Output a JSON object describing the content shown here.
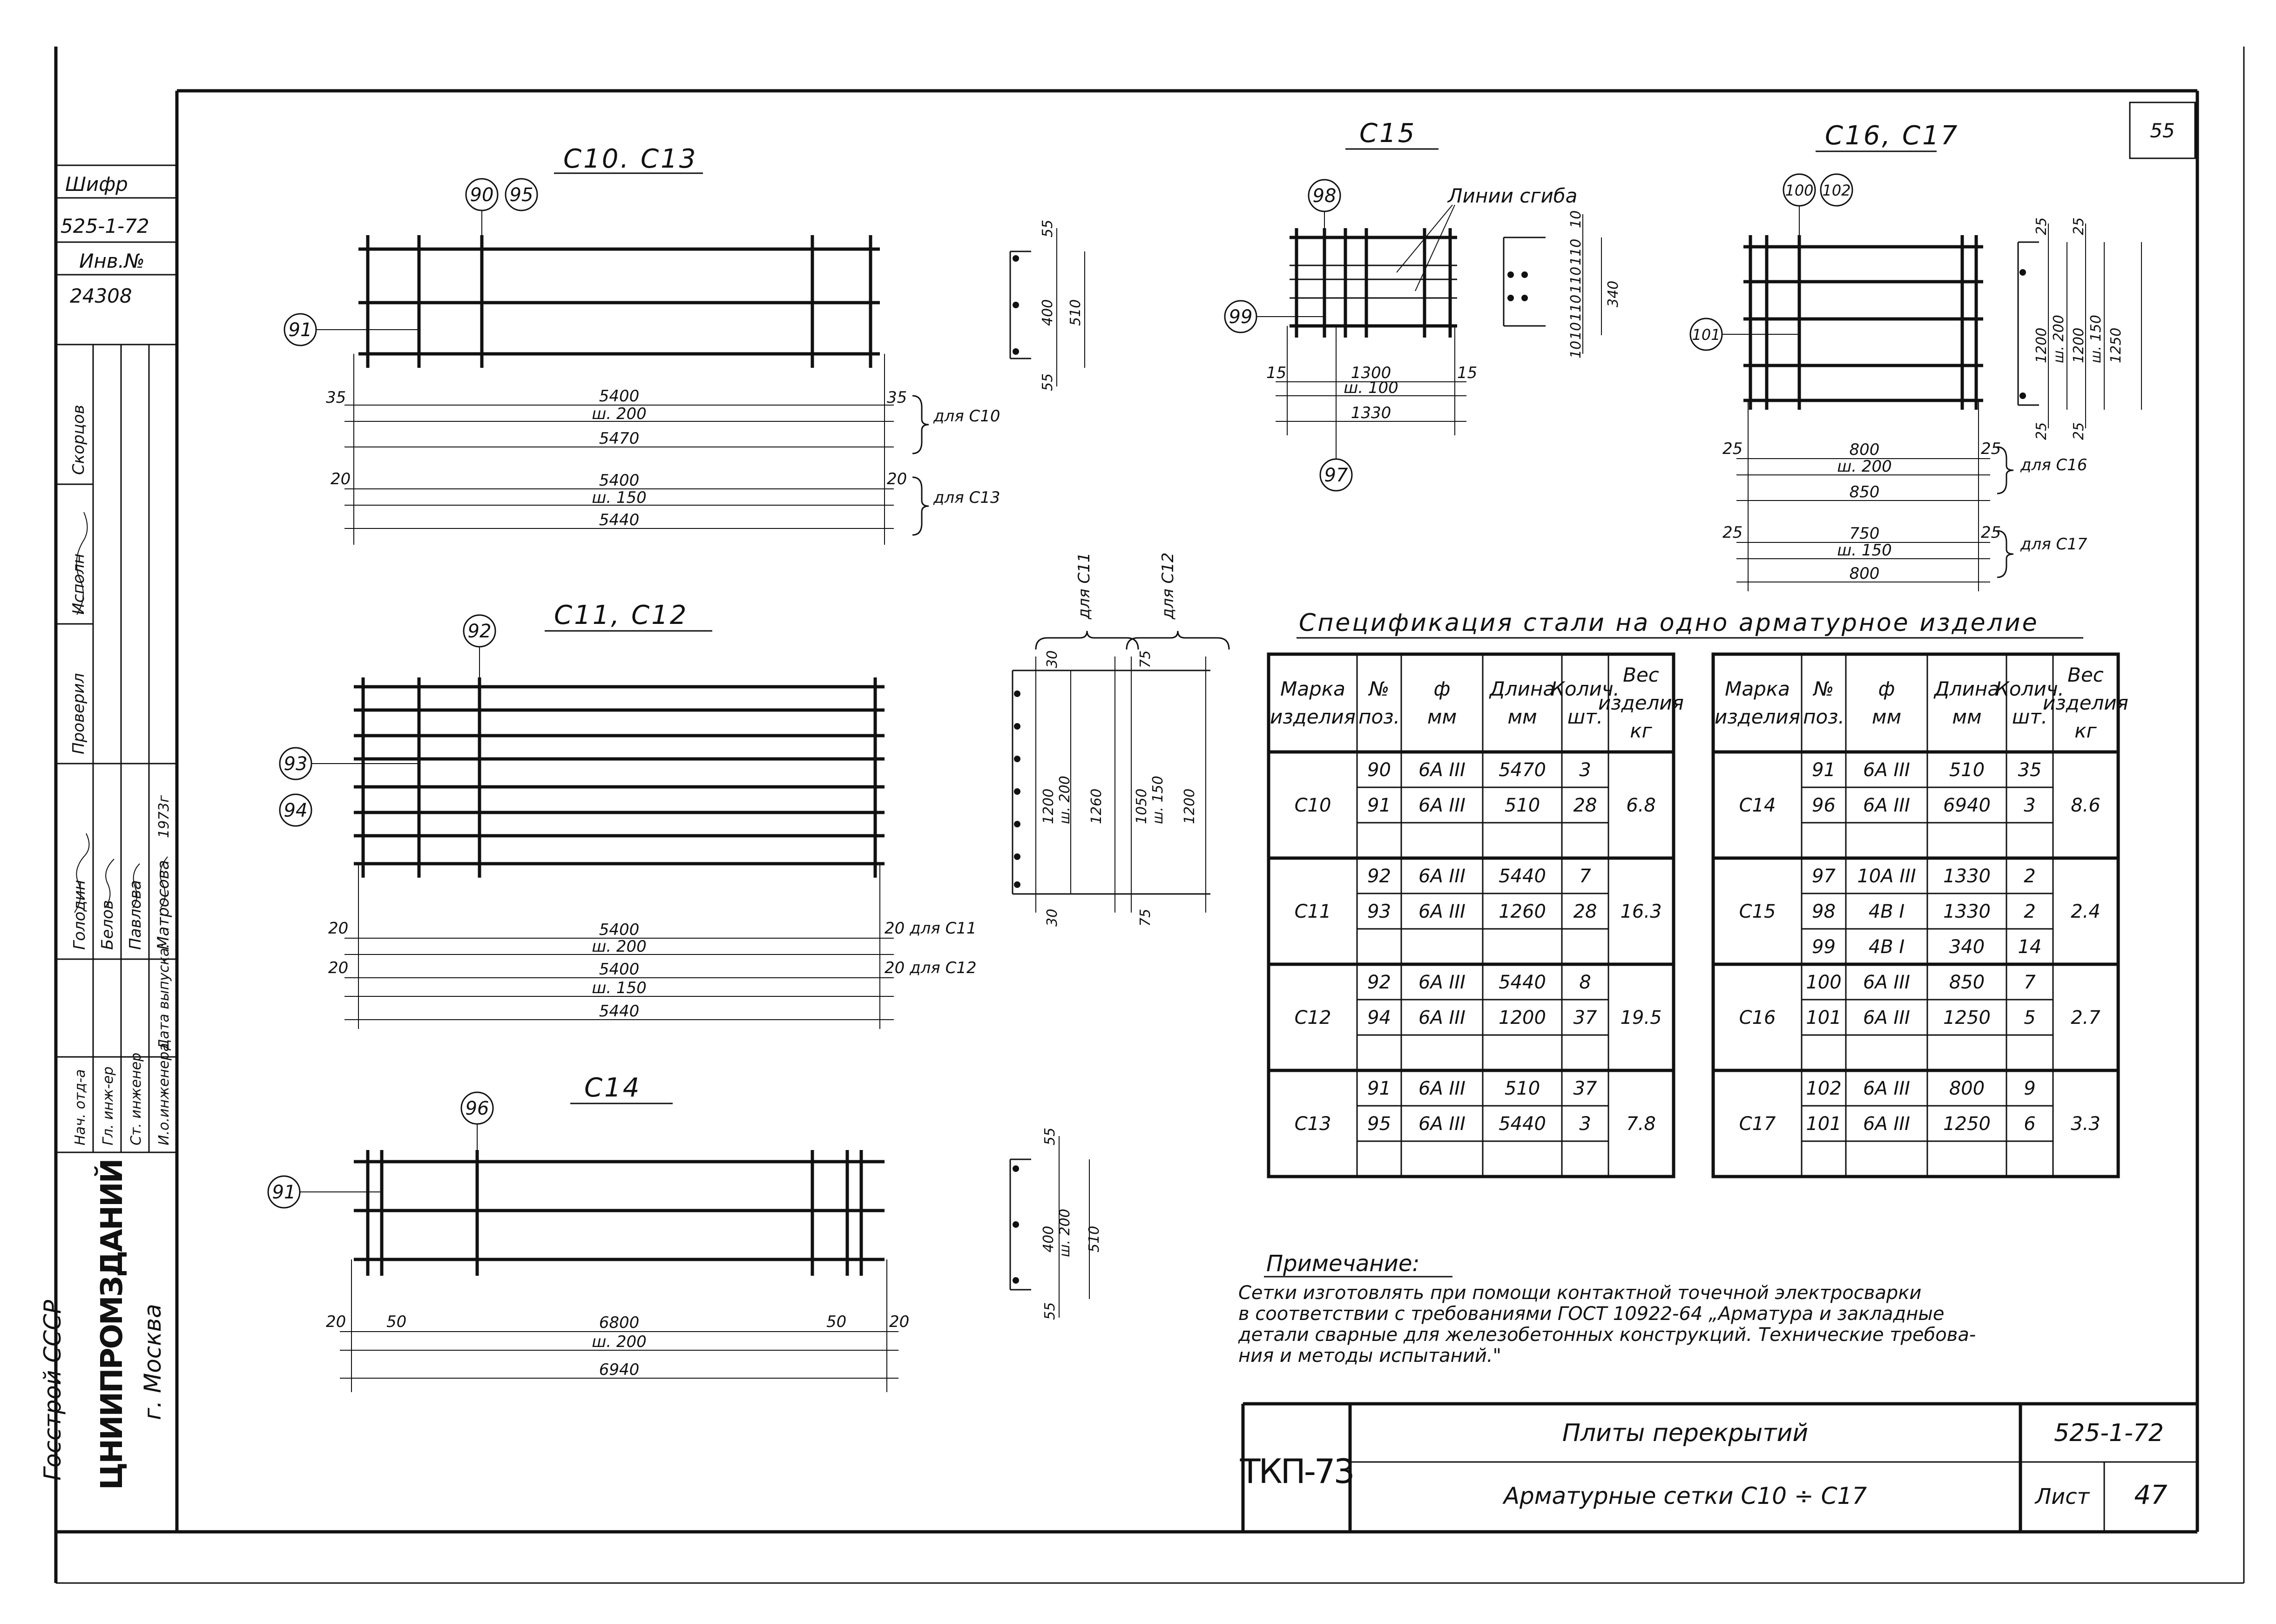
{
  "sheet": {
    "page_number": "55",
    "cipher_label": "Шифр",
    "cipher_value": "525-1-72",
    "inv_label": "Инв.№",
    "inv_value": "24308",
    "org_line1": "Госстрой СССР",
    "org_logo": "ЦНИИПРОМЗДАНИЙ",
    "org_city": "г. Москва",
    "stamp_code": "ТКП-73",
    "title_main": "Плиты перекрытий",
    "title_sub": "Арматурные сетки С10 ÷ С17",
    "doc_code": "525-1-72",
    "sheet_label": "Лист",
    "sheet_no": "47"
  },
  "signatures": {
    "roles": [
      "Нач. отд-а",
      "Гл. инж-ер",
      "Ст. инженер",
      "И.о.инженера",
      "Дата выпуска:"
    ],
    "names": [
      "Голодин",
      "Белов",
      "Павлова",
      "Матросова",
      "1973г"
    ],
    "top_roles": [
      "Проверил",
      "Исполн",
      "Скорцов"
    ]
  },
  "drawings": {
    "c10_c13": {
      "title": "С10. С13",
      "callouts": [
        "90",
        "95",
        "91"
      ],
      "dims_c10": [
        "5400",
        "ш. 200",
        "5470"
      ],
      "dims_c13": [
        "5400",
        "ш. 150",
        "5440"
      ],
      "side_c10": [
        "35",
        "35"
      ],
      "side_c13": [
        "20",
        "20"
      ],
      "note_c10": "для С10",
      "note_c13": "для С13",
      "section": [
        "55",
        "400",
        "510",
        "55"
      ]
    },
    "c11_c12": {
      "title": "С11, С12",
      "callouts": [
        "92",
        "93",
        "94"
      ],
      "dims_c11": [
        "5400",
        "ш. 200"
      ],
      "dims_c12": [
        "5400",
        "ш. 150",
        "5440"
      ],
      "side_left": [
        "20",
        "20"
      ],
      "note_c11": "20 для С11",
      "note_c12": "20 для С12",
      "section_c11_label": "для С11",
      "section_c12_label": "для С12",
      "section_c11": [
        "30",
        "1200",
        "ш. 200",
        "1260",
        "30"
      ],
      "section_c12": [
        "75",
        "1050",
        "ш. 150",
        "1200",
        "75"
      ]
    },
    "c14": {
      "title": "С14",
      "callouts": [
        "96",
        "91"
      ],
      "dims": [
        "6800",
        "ш. 200",
        "6940"
      ],
      "side": [
        "20",
        "50",
        "50",
        "20"
      ],
      "section": [
        "55",
        "400",
        "ш. 200",
        "510",
        "55"
      ]
    },
    "c15": {
      "title": "С15",
      "callouts": [
        "98",
        "99",
        "97"
      ],
      "bend_label": "Линии сгиба",
      "dims": [
        "1300",
        "ш. 100",
        "1330"
      ],
      "side": [
        "15",
        "15"
      ],
      "section": [
        "10",
        "10",
        "110",
        "110",
        "110",
        "10",
        "340"
      ]
    },
    "c16_c17": {
      "title": "С16, С17",
      "callouts": [
        "100",
        "102",
        "101"
      ],
      "dims_c16": [
        "800",
        "ш. 200",
        "850"
      ],
      "dims_c17": [
        "750",
        "ш. 150",
        "800"
      ],
      "side_c16": [
        "25",
        "25"
      ],
      "side_c17": [
        "25",
        "25"
      ],
      "note_c16": "для С16",
      "note_c17": "для С17",
      "section": [
        "25",
        "25",
        "1200",
        "ш. 200",
        "1200",
        "ш. 150",
        "1250",
        "25",
        "25"
      ]
    }
  },
  "spec": {
    "title": "Спецификация стали на одно арматурное изделие",
    "headers": [
      [
        "Марка",
        "изделия"
      ],
      [
        "№",
        "поз."
      ],
      [
        "ф",
        "мм"
      ],
      [
        "Длина",
        "мм"
      ],
      [
        "Колич.",
        "шт."
      ],
      [
        "Вес",
        "изделия",
        "кг"
      ]
    ],
    "left": [
      {
        "mark": "С10",
        "weight": "6.8",
        "rows": [
          [
            "90",
            "6А III",
            "5470",
            "3"
          ],
          [
            "91",
            "6А III",
            "510",
            "28"
          ]
        ]
      },
      {
        "mark": "С11",
        "weight": "16.3",
        "rows": [
          [
            "92",
            "6А III",
            "5440",
            "7"
          ],
          [
            "93",
            "6А III",
            "1260",
            "28"
          ]
        ]
      },
      {
        "mark": "С12",
        "weight": "19.5",
        "rows": [
          [
            "92",
            "6А III",
            "5440",
            "8"
          ],
          [
            "94",
            "6А III",
            "1200",
            "37"
          ]
        ]
      },
      {
        "mark": "С13",
        "weight": "7.8",
        "rows": [
          [
            "91",
            "6А III",
            "510",
            "37"
          ],
          [
            "95",
            "6А III",
            "5440",
            "3"
          ]
        ]
      }
    ],
    "right": [
      {
        "mark": "С14",
        "weight": "8.6",
        "rows": [
          [
            "91",
            "6А III",
            "510",
            "35"
          ],
          [
            "96",
            "6А III",
            "6940",
            "3"
          ]
        ]
      },
      {
        "mark": "С15",
        "weight": "2.4",
        "rows": [
          [
            "97",
            "10А III",
            "1330",
            "2"
          ],
          [
            "98",
            "4В I",
            "1330",
            "2"
          ],
          [
            "99",
            "4В I",
            "340",
            "14"
          ]
        ]
      },
      {
        "mark": "С16",
        "weight": "2.7",
        "rows": [
          [
            "100",
            "6А III",
            "850",
            "7"
          ],
          [
            "101",
            "6А III",
            "1250",
            "5"
          ]
        ]
      },
      {
        "mark": "С17",
        "weight": "3.3",
        "rows": [
          [
            "102",
            "6А III",
            "800",
            "9"
          ],
          [
            "101",
            "6А III",
            "1250",
            "6"
          ]
        ]
      }
    ]
  },
  "note": {
    "title": "Примечание:",
    "lines": [
      "Сетки изготовлять при помощи контактной точечной электросварки",
      "в соответствии с требованиями ГОСТ 10922-64 „Арматура и закладные",
      "детали сварные для железобетонных конструкций. Технические требова-",
      "ния и методы испытаний.\""
    ]
  }
}
